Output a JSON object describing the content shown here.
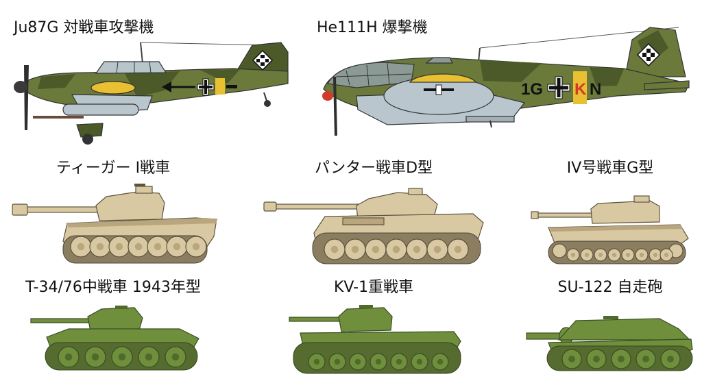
{
  "labels": {
    "ju87g": "Ju87G 対戦車攻撃機",
    "he111h": "He111H 爆撃機",
    "tiger": "ティーガー I戦車",
    "panther": "パンター戦車D型",
    "panzer_iv": "IV号戦車G型",
    "t34": "T-34/76中戦車 1943年型",
    "kv1": "KV-1重戦車",
    "su122": "SU-122 自走砲"
  },
  "markings": {
    "he111h": {
      "code_prefix": "1G",
      "code_letter_1": "K",
      "code_letter_2": "N"
    }
  },
  "colors": {
    "aircraft_green": "#6b7a3a",
    "aircraft_dark_green": "#4b5a28",
    "aircraft_underside": "#b9c6ce",
    "marking_yellow": "#e9c032",
    "marking_red": "#d23a2a",
    "german_sand": "#d9c9a3",
    "soviet_green": "#6f8f3d"
  }
}
